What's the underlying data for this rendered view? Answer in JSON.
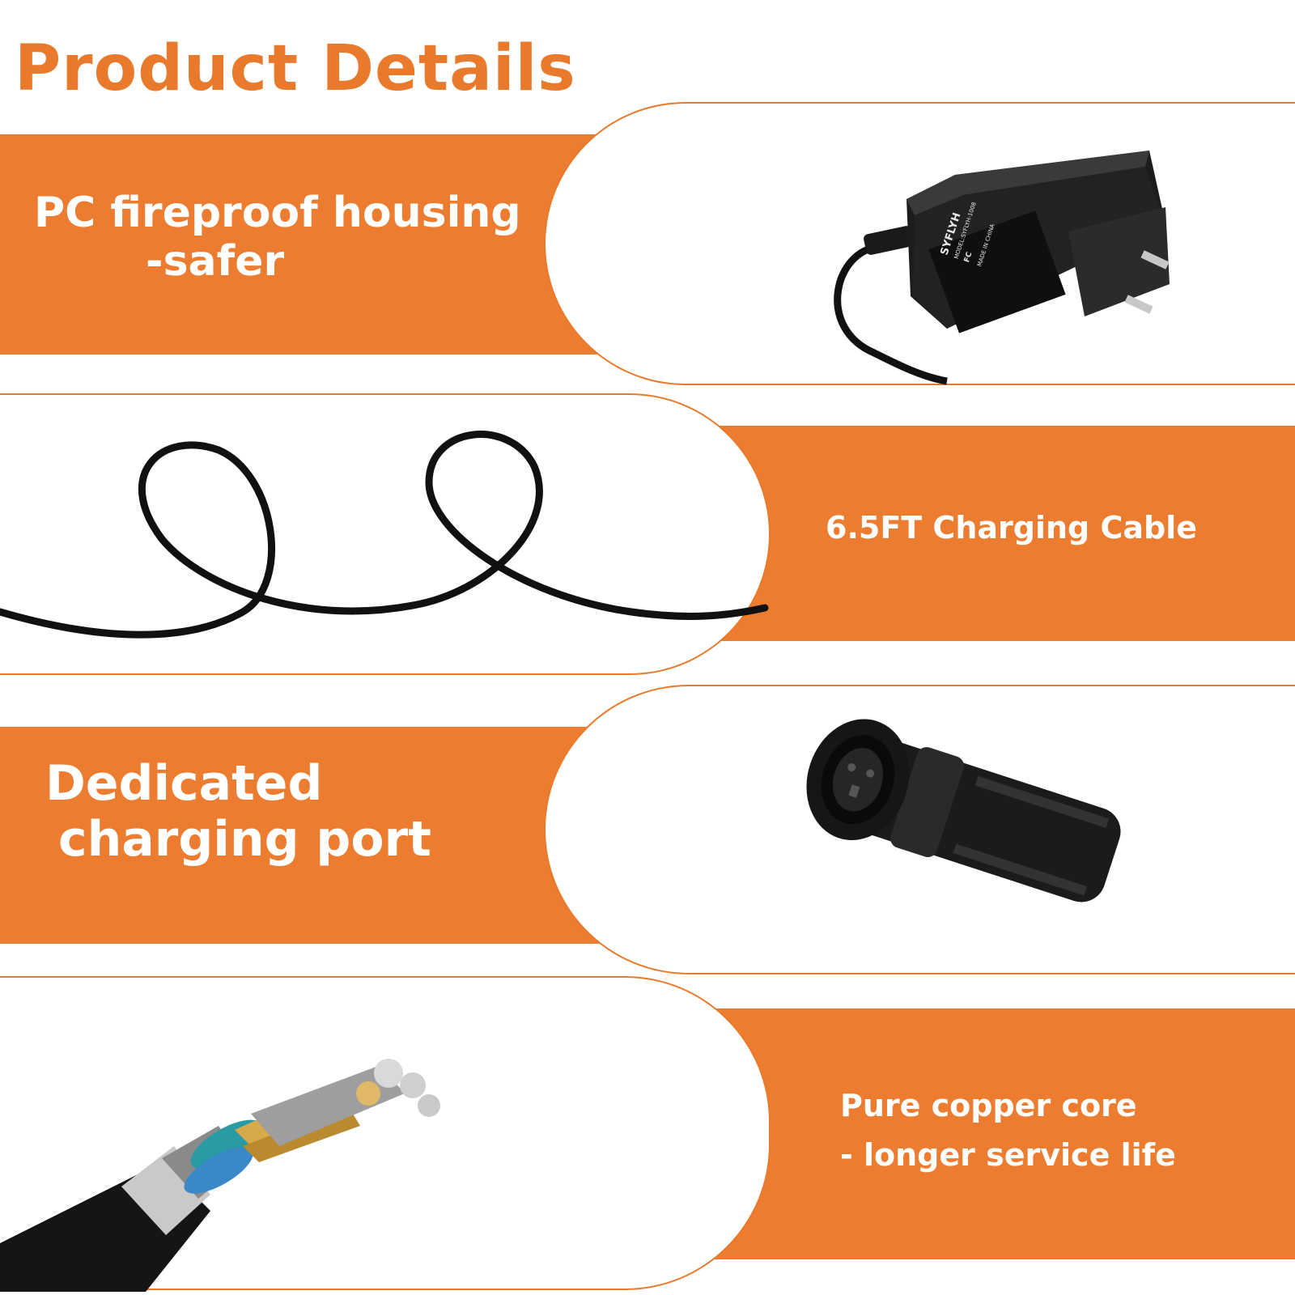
{
  "title": "Product Details",
  "colors": {
    "accent": "#ec7c2f",
    "background": "#ffffff",
    "caption_text": "#ffffff"
  },
  "features": [
    {
      "lines": [
        "PC fireproof housing",
        "-safer"
      ],
      "image": "power-adapter-image",
      "adapter_label": {
        "brand": "SYFLYH",
        "model_line": "MODEL:SYFLYH-1008",
        "made_in": "MADE IN CHINA",
        "cert": "FC"
      }
    },
    {
      "lines": [
        "6.5FT Charging Cable"
      ],
      "image": "coiled-cable-image"
    },
    {
      "lines": [
        "Dedicated",
        "charging port"
      ],
      "image": "charging-connector-image"
    },
    {
      "lines": [
        "Pure copper core",
        "- longer service life"
      ],
      "image": "copper-core-cable-image"
    }
  ]
}
